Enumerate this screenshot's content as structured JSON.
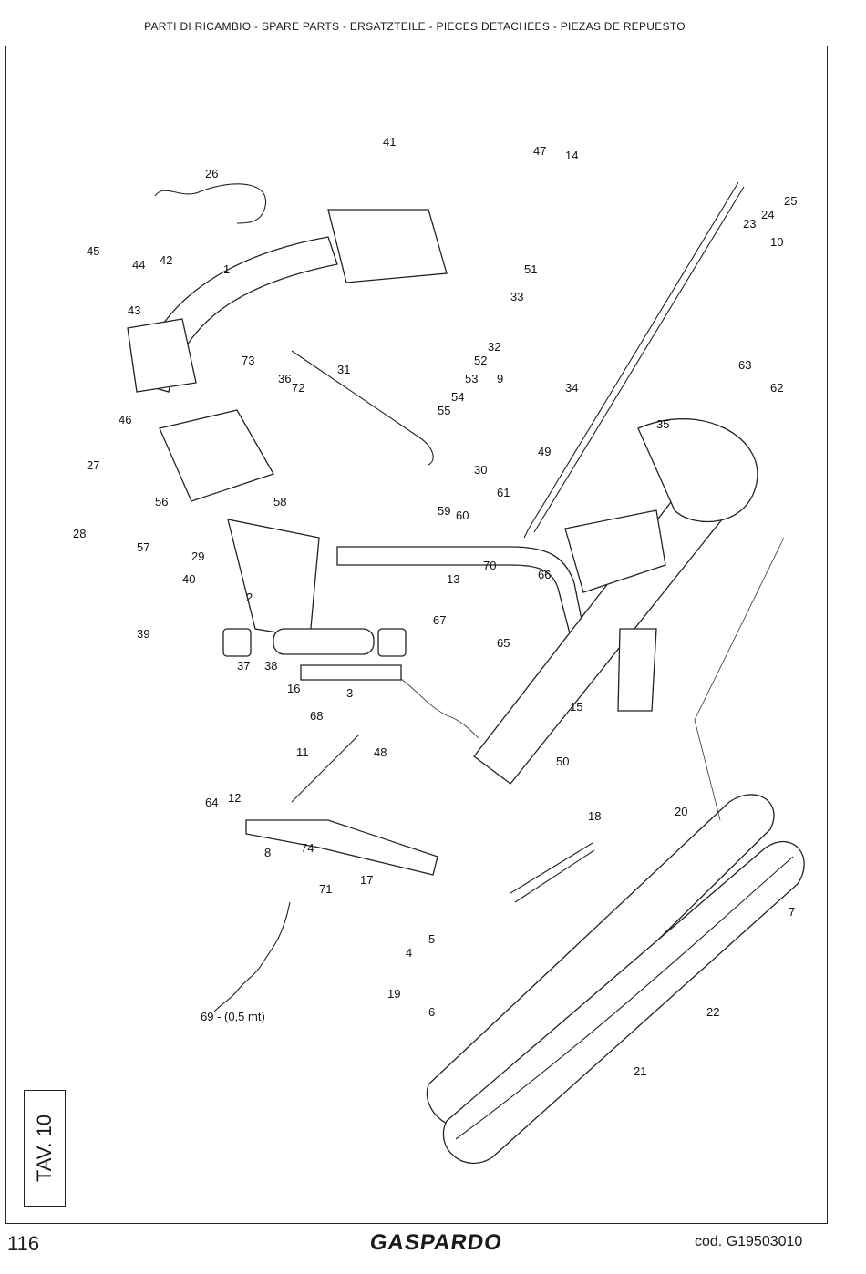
{
  "header": {
    "title": "PARTI DI RICAMBIO - SPARE PARTS - ERSATZTEILE - PIECES DETACHEES - PIEZAS DE REPUESTO"
  },
  "table_label": "TAV. 10",
  "footer": {
    "page_number": "116",
    "brand": "GASPARDO",
    "code": "cod.  G19503010"
  },
  "callouts": [
    "1",
    "2",
    "3",
    "4",
    "5",
    "6",
    "7",
    "8",
    "9",
    "10",
    "11",
    "12",
    "13",
    "14",
    "15",
    "16",
    "17",
    "18",
    "19",
    "20",
    "21",
    "22",
    "23",
    "24",
    "25",
    "26",
    "27",
    "28",
    "29",
    "30",
    "31",
    "32",
    "33",
    "34",
    "35",
    "36",
    "37",
    "38",
    "39",
    "40",
    "41",
    "42",
    "43",
    "44",
    "45",
    "46",
    "47",
    "48",
    "49",
    "50",
    "51",
    "52",
    "53",
    "54",
    "55",
    "56",
    "57",
    "58",
    "59",
    "60",
    "61",
    "62",
    "63",
    "64",
    "65",
    "66",
    "67",
    "68",
    "69",
    "70",
    "71",
    "72",
    "73",
    "74"
  ],
  "extra_labels": {
    "spring_length": "69 - (0,5 mt)"
  }
}
